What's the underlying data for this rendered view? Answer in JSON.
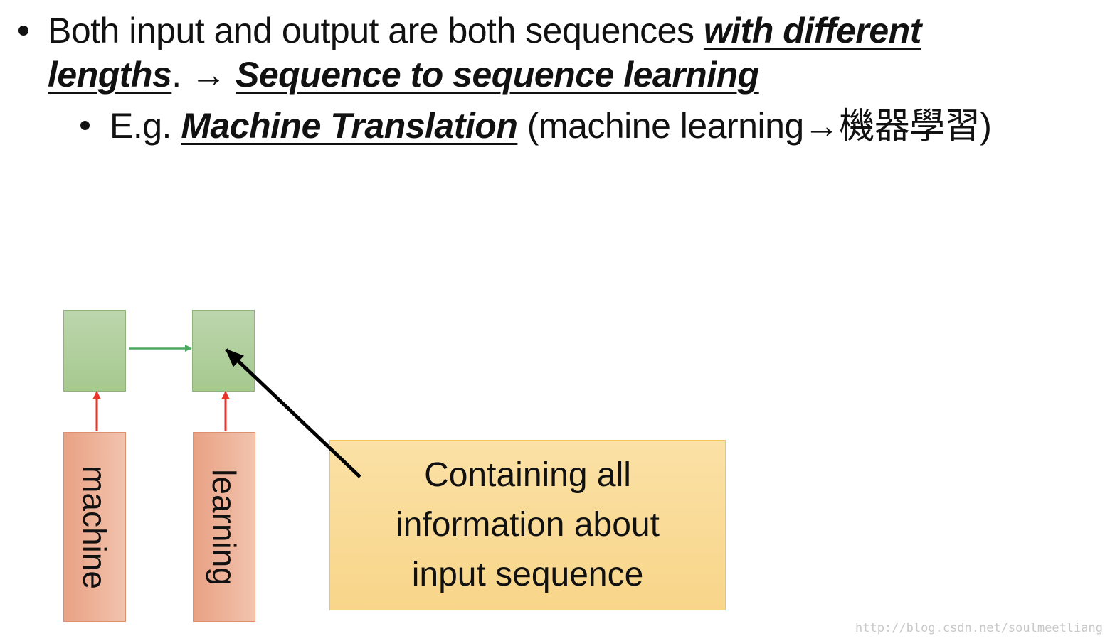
{
  "bullets": {
    "line1_plain": "Both input and output are both sequences ",
    "line1_emph": "with different",
    "line2_emph": "lengths",
    "line2_plain": ". → ",
    "line2_emph2": "Sequence to sequence learning",
    "sub_prefix": "E.g. ",
    "sub_emph": "Machine Translation",
    "sub_plain": " (machine learning→機器學習)"
  },
  "diagram": {
    "input_words": [
      "machine",
      "learning"
    ],
    "callout_lines": [
      "Containing all",
      "information about",
      "input sequence"
    ],
    "colors": {
      "rnn_cell": "#a6c98f",
      "recurrent_arrow": "#4aa860",
      "input_arrow": "#e8342b",
      "input_box": "#e9a184",
      "callout_box": "#f8d589"
    }
  },
  "watermark": "http://blog.csdn.net/soulmeetliang"
}
